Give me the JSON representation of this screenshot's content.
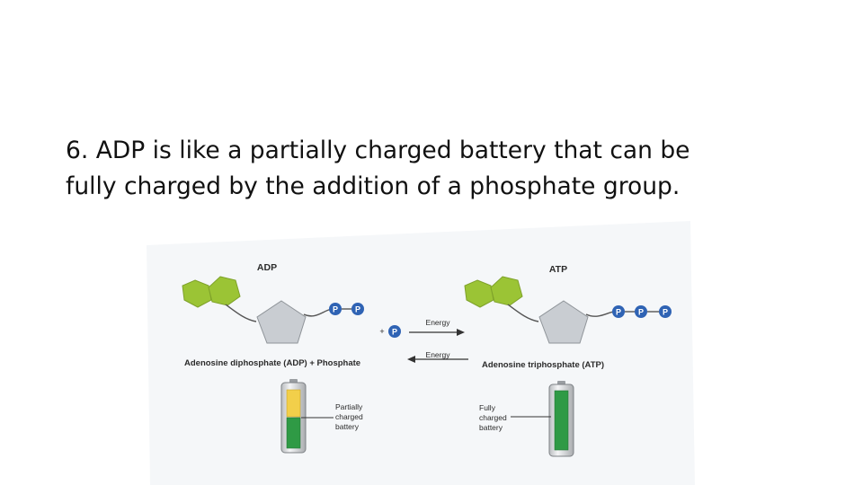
{
  "slide": {
    "line1": "6. ADP is like a partially charged battery that can be",
    "line2": "fully charged by the addition of a phosphate group."
  },
  "figure": {
    "adp_title": "ADP",
    "atp_title": "ATP",
    "phosphate_symbol": "P",
    "plus_sign": "+",
    "energy_in_label": "Energy",
    "energy_out_label": "Energy",
    "adp_equation": "Adenosine diphosphate (ADP) + Phosphate",
    "atp_name": "Adenosine triphosphate (ATP)",
    "partial_battery_label": [
      "Partially",
      "charged",
      "battery"
    ],
    "full_battery_label": [
      "Fully",
      "charged",
      "battery"
    ],
    "colors": {
      "phosphate": "#2f63b4",
      "adenine": "#9bc435",
      "ribose": "#c9cdd2",
      "battery_green": "#2f9a45",
      "battery_yellow": "#f2cf4a",
      "figure_bg": "#f5f7f9"
    }
  }
}
